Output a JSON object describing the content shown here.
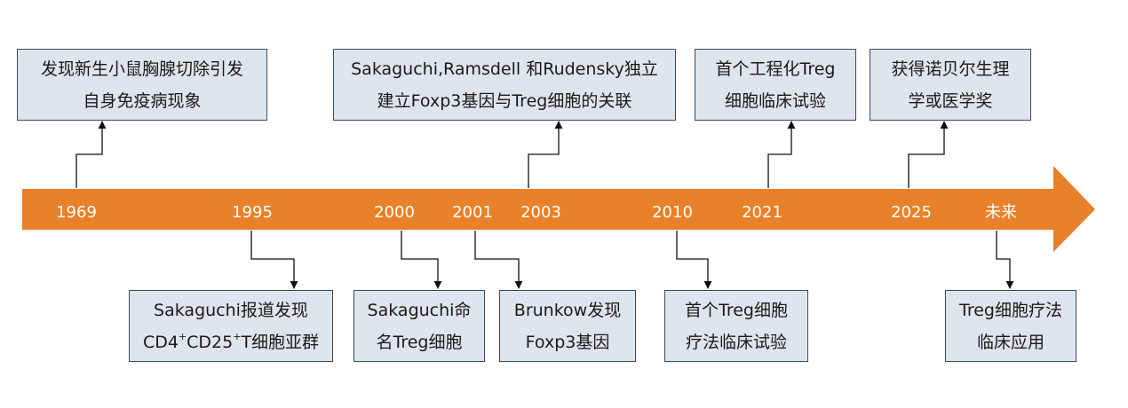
{
  "timeline": {
    "years": [
      {
        "id": "1969",
        "label": "1969"
      },
      {
        "id": "1995",
        "label": "1995"
      },
      {
        "id": "2000",
        "label": "2000"
      },
      {
        "id": "2001",
        "label": "2001"
      },
      {
        "id": "2003",
        "label": "2003"
      },
      {
        "id": "2010",
        "label": "2010"
      },
      {
        "id": "2021",
        "label": "2021"
      },
      {
        "id": "2025",
        "label": "2025"
      },
      {
        "id": "future",
        "label": "未来"
      }
    ],
    "events_above": [
      {
        "year": "1969",
        "line1": "发现新生小鼠胸腺切除引发",
        "line2": "自身免疫病现象"
      },
      {
        "year": "2003",
        "line1": "Sakaguchi,Ramsdell 和Rudensky独立",
        "line2": "建立Foxp3基因与Treg细胞的关联"
      },
      {
        "year": "2021",
        "line1": "首个工程化Treg",
        "line2": "细胞临床试验"
      },
      {
        "year": "2025",
        "line1": "获得诺贝尔生理",
        "line2": "学或医学奖"
      }
    ],
    "events_below": [
      {
        "year": "1995",
        "line1": "Sakaguchi报道发现",
        "line2_a": "CD4",
        "sup1": "+",
        "line2_b": "CD25",
        "sup2": "+",
        "line2_c": "T细胞亚群"
      },
      {
        "year": "2000",
        "line1": "Sakaguchi命",
        "line2": "名Treg细胞"
      },
      {
        "year": "2001",
        "line1": "Brunkow发现",
        "line2": "Foxp3基因"
      },
      {
        "year": "2010",
        "line1": "首个Treg细胞",
        "line2": "疗法临床试验"
      },
      {
        "year": "future",
        "line1": "Treg细胞疗法",
        "line2": "临床应用"
      }
    ]
  },
  "colors": {
    "arrow": "#e8812a",
    "box_fill": "#dee5ec",
    "box_border": "#3e4a57",
    "connector": "#111111",
    "year_text": "#ffffff"
  }
}
